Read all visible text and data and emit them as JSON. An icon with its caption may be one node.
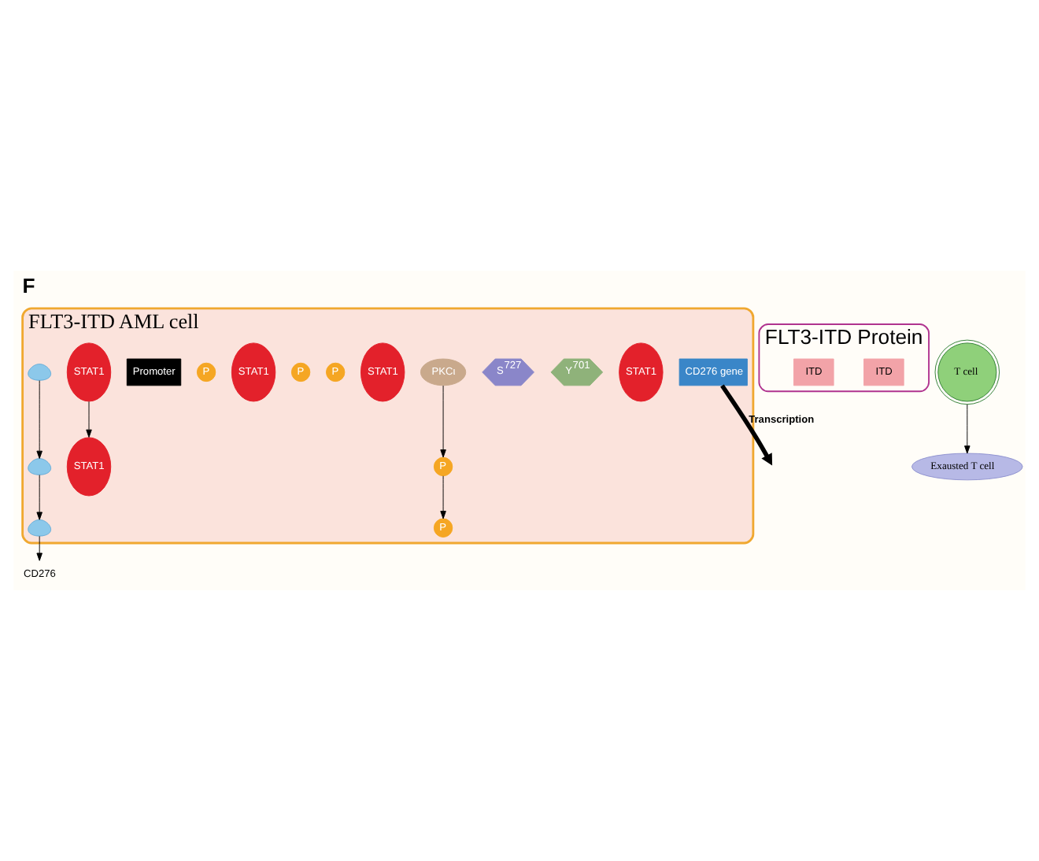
{
  "diagram": {
    "title": "F",
    "nodes": [
      {
        "text": [
          "FLT3-ITD AML cell"
        ]
      },
      {
        "text": [
          "FLT3-ITD Protein"
        ]
      },
      {
        "text": [
          "ITD"
        ],
        "in": 1
      },
      {
        "text": [
          "ITD"
        ],
        "in": 1
      },
      {
        "text": [
          "PKCι"
        ],
        "in": 0
      },
      {
        "text": [
          "STAT1"
        ],
        "in": 0
      },
      {
        "text": [
          "Y$^{701}$"
        ],
        "in": 0
      },
      {
        "text": [
          "S$^{727}$"
        ],
        "in": 0
      },
      {
        "text": [
          "P"
        ],
        "in": 0
      },
      {
        "text": [
          "P"
        ],
        "in": 0
      },
      {
        "text": [
          "STAT1"
        ],
        "in": 0
      },
      {
        "text": [
          "STAT1"
        ],
        "in": 0
      },
      {
        "text": [
          "P"
        ],
        "in": 0
      },
      {
        "text": [
          "P"
        ],
        "in": 0
      },
      {
        "text": [
          "STAT1"
        ],
        "in": 0
      },
      {
        "text": [
          "STAT1"
        ],
        "in": 0
      },
      {
        "text": [
          "P"
        ],
        "in": 0
      },
      {
        "text": [
          "Promoter"
        ],
        "in": 0
      },
      {
        "text": [
          "CD276 gene"
        ],
        "in": 0
      },
      {
        "text": [],
        "shape": "picture",
        "in": 0
      },
      {
        "text": [],
        "shape": "picture",
        "in": 0
      },
      {
        "text": [],
        "shape": "picture",
        "in": 0
      },
      {
        "text": [
          "CD276"
        ]
      },
      {
        "text": [
          "T cell"
        ]
      },
      {
        "text": [
          "Exausted T cell"
        ]
      }
    ],
    "edges": [
      {
        "from": 4,
        "to": 8,
        "arrow": "to"
      },
      {
        "from": 8,
        "to": 9,
        "arrow": "to"
      },
      {
        "from": 10,
        "to": 15,
        "arrow": "to"
      },
      {
        "from": 18,
        "to": null,
        "arrow": "to",
        "label": "Transcription",
        "style": "thick"
      },
      {
        "from": 19,
        "to": 20,
        "arrow": "to"
      },
      {
        "from": 20,
        "to": 21,
        "arrow": "to"
      },
      {
        "from": 21,
        "to": 22,
        "arrow": "to"
      },
      {
        "from": 23,
        "to": 24,
        "arrow": "to"
      }
    ]
  }
}
